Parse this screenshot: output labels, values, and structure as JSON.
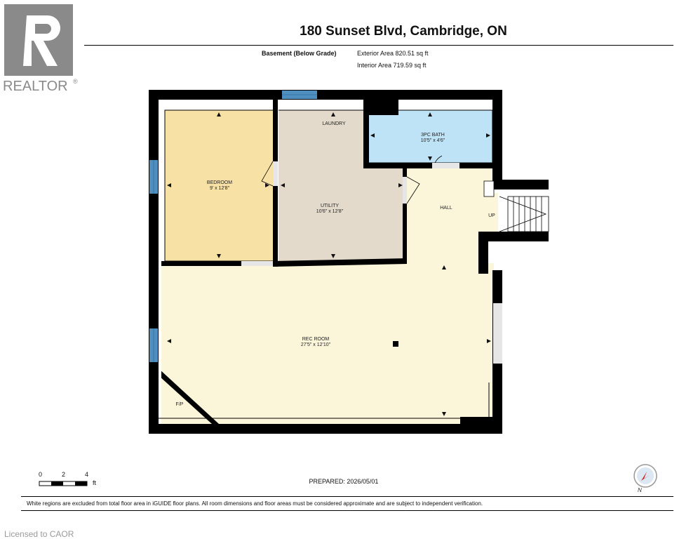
{
  "logo": {
    "text": "REALTOR",
    "symbol": "®"
  },
  "header": {
    "title": "180 Sunset Blvd, Cambridge, ON",
    "level": "Basement (Below Grade)",
    "exterior_area": "Exterior Area 820.51 sq ft",
    "interior_area": "Interior Area 719.59 sq ft"
  },
  "rooms": {
    "laundry": {
      "name": "LAUNDRY"
    },
    "bath": {
      "name": "3PC BATH",
      "size": "10'5\" x 4'6\""
    },
    "bedroom": {
      "name": "BEDROOM",
      "size": "9' x 12'8\""
    },
    "utility": {
      "name": "UTILITY",
      "size": "10'6\" x 12'8\""
    },
    "hall": {
      "name": "HALL"
    },
    "stairs": {
      "label": "UP"
    },
    "rec_room": {
      "name": "REC ROOM",
      "size": "27'5\" x 12'10\""
    },
    "fireplace": {
      "label": "F/P"
    }
  },
  "colors": {
    "bedroom": "#f7e1a4",
    "utility": "#e3dacb",
    "bath": "#bfe3f6",
    "rec_room": "#fbf6d9",
    "window": "#4f8fc0",
    "wall": "#000000"
  },
  "scale": {
    "labels": [
      "0",
      "2",
      "4"
    ],
    "unit": "ft"
  },
  "compass": {
    "label": "N"
  },
  "footer": {
    "prepared": "PREPARED: 2026/05/01",
    "disclaimer": "White regions are excluded from total floor area in iGUIDE floor plans. All room dimensions and floor areas must be considered approximate and are subject to independent verification.",
    "licensed": "Licensed to CAOR"
  }
}
